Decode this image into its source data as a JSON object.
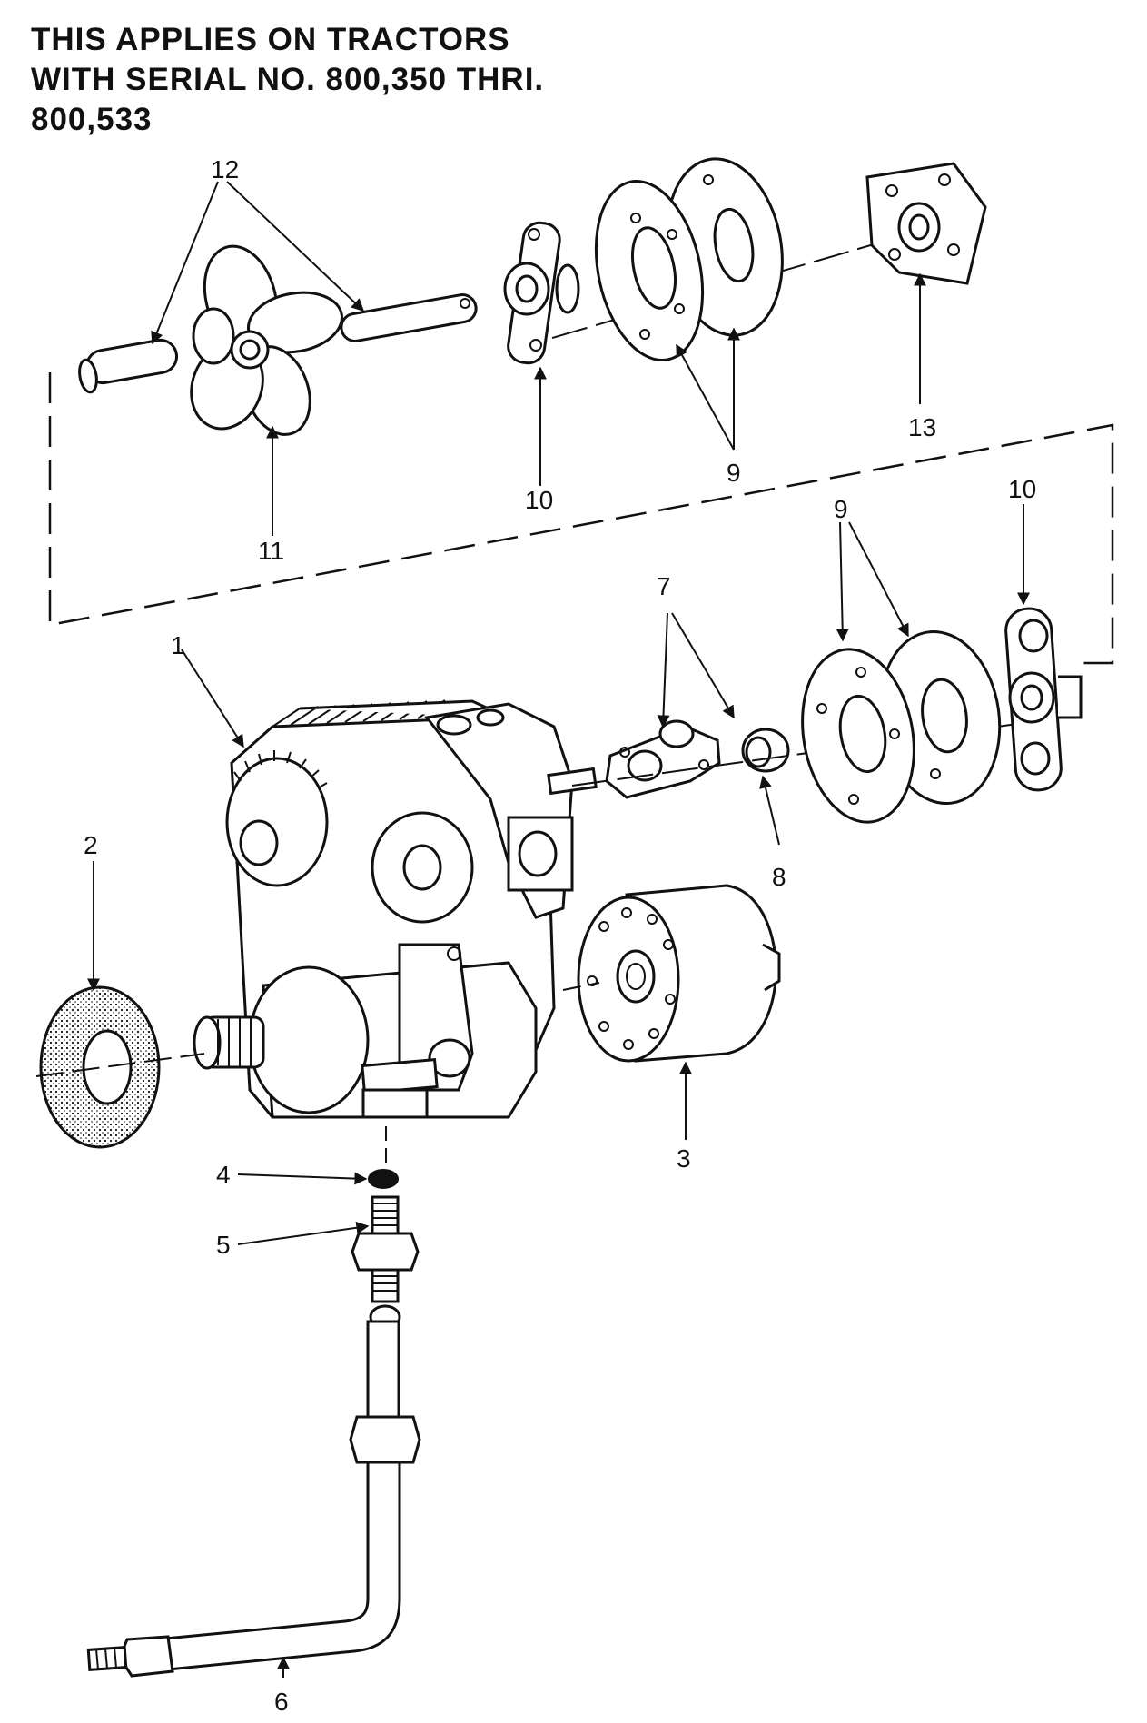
{
  "header": {
    "lines": [
      "THIS  APPLIES  ON  TRACTORS",
      "WITH SERIAL NO. 800,350 THRI.",
      "800,533"
    ]
  },
  "callouts": {
    "c1": "1",
    "c2": "2",
    "c3": "3",
    "c4": "4",
    "c5": "5",
    "c6": "6",
    "c7": "7",
    "c8": "8",
    "c9a": "9",
    "c9b": "9",
    "c10a": "10",
    "c10b": "10",
    "c11": "11",
    "c12": "12",
    "c13": "13"
  }
}
